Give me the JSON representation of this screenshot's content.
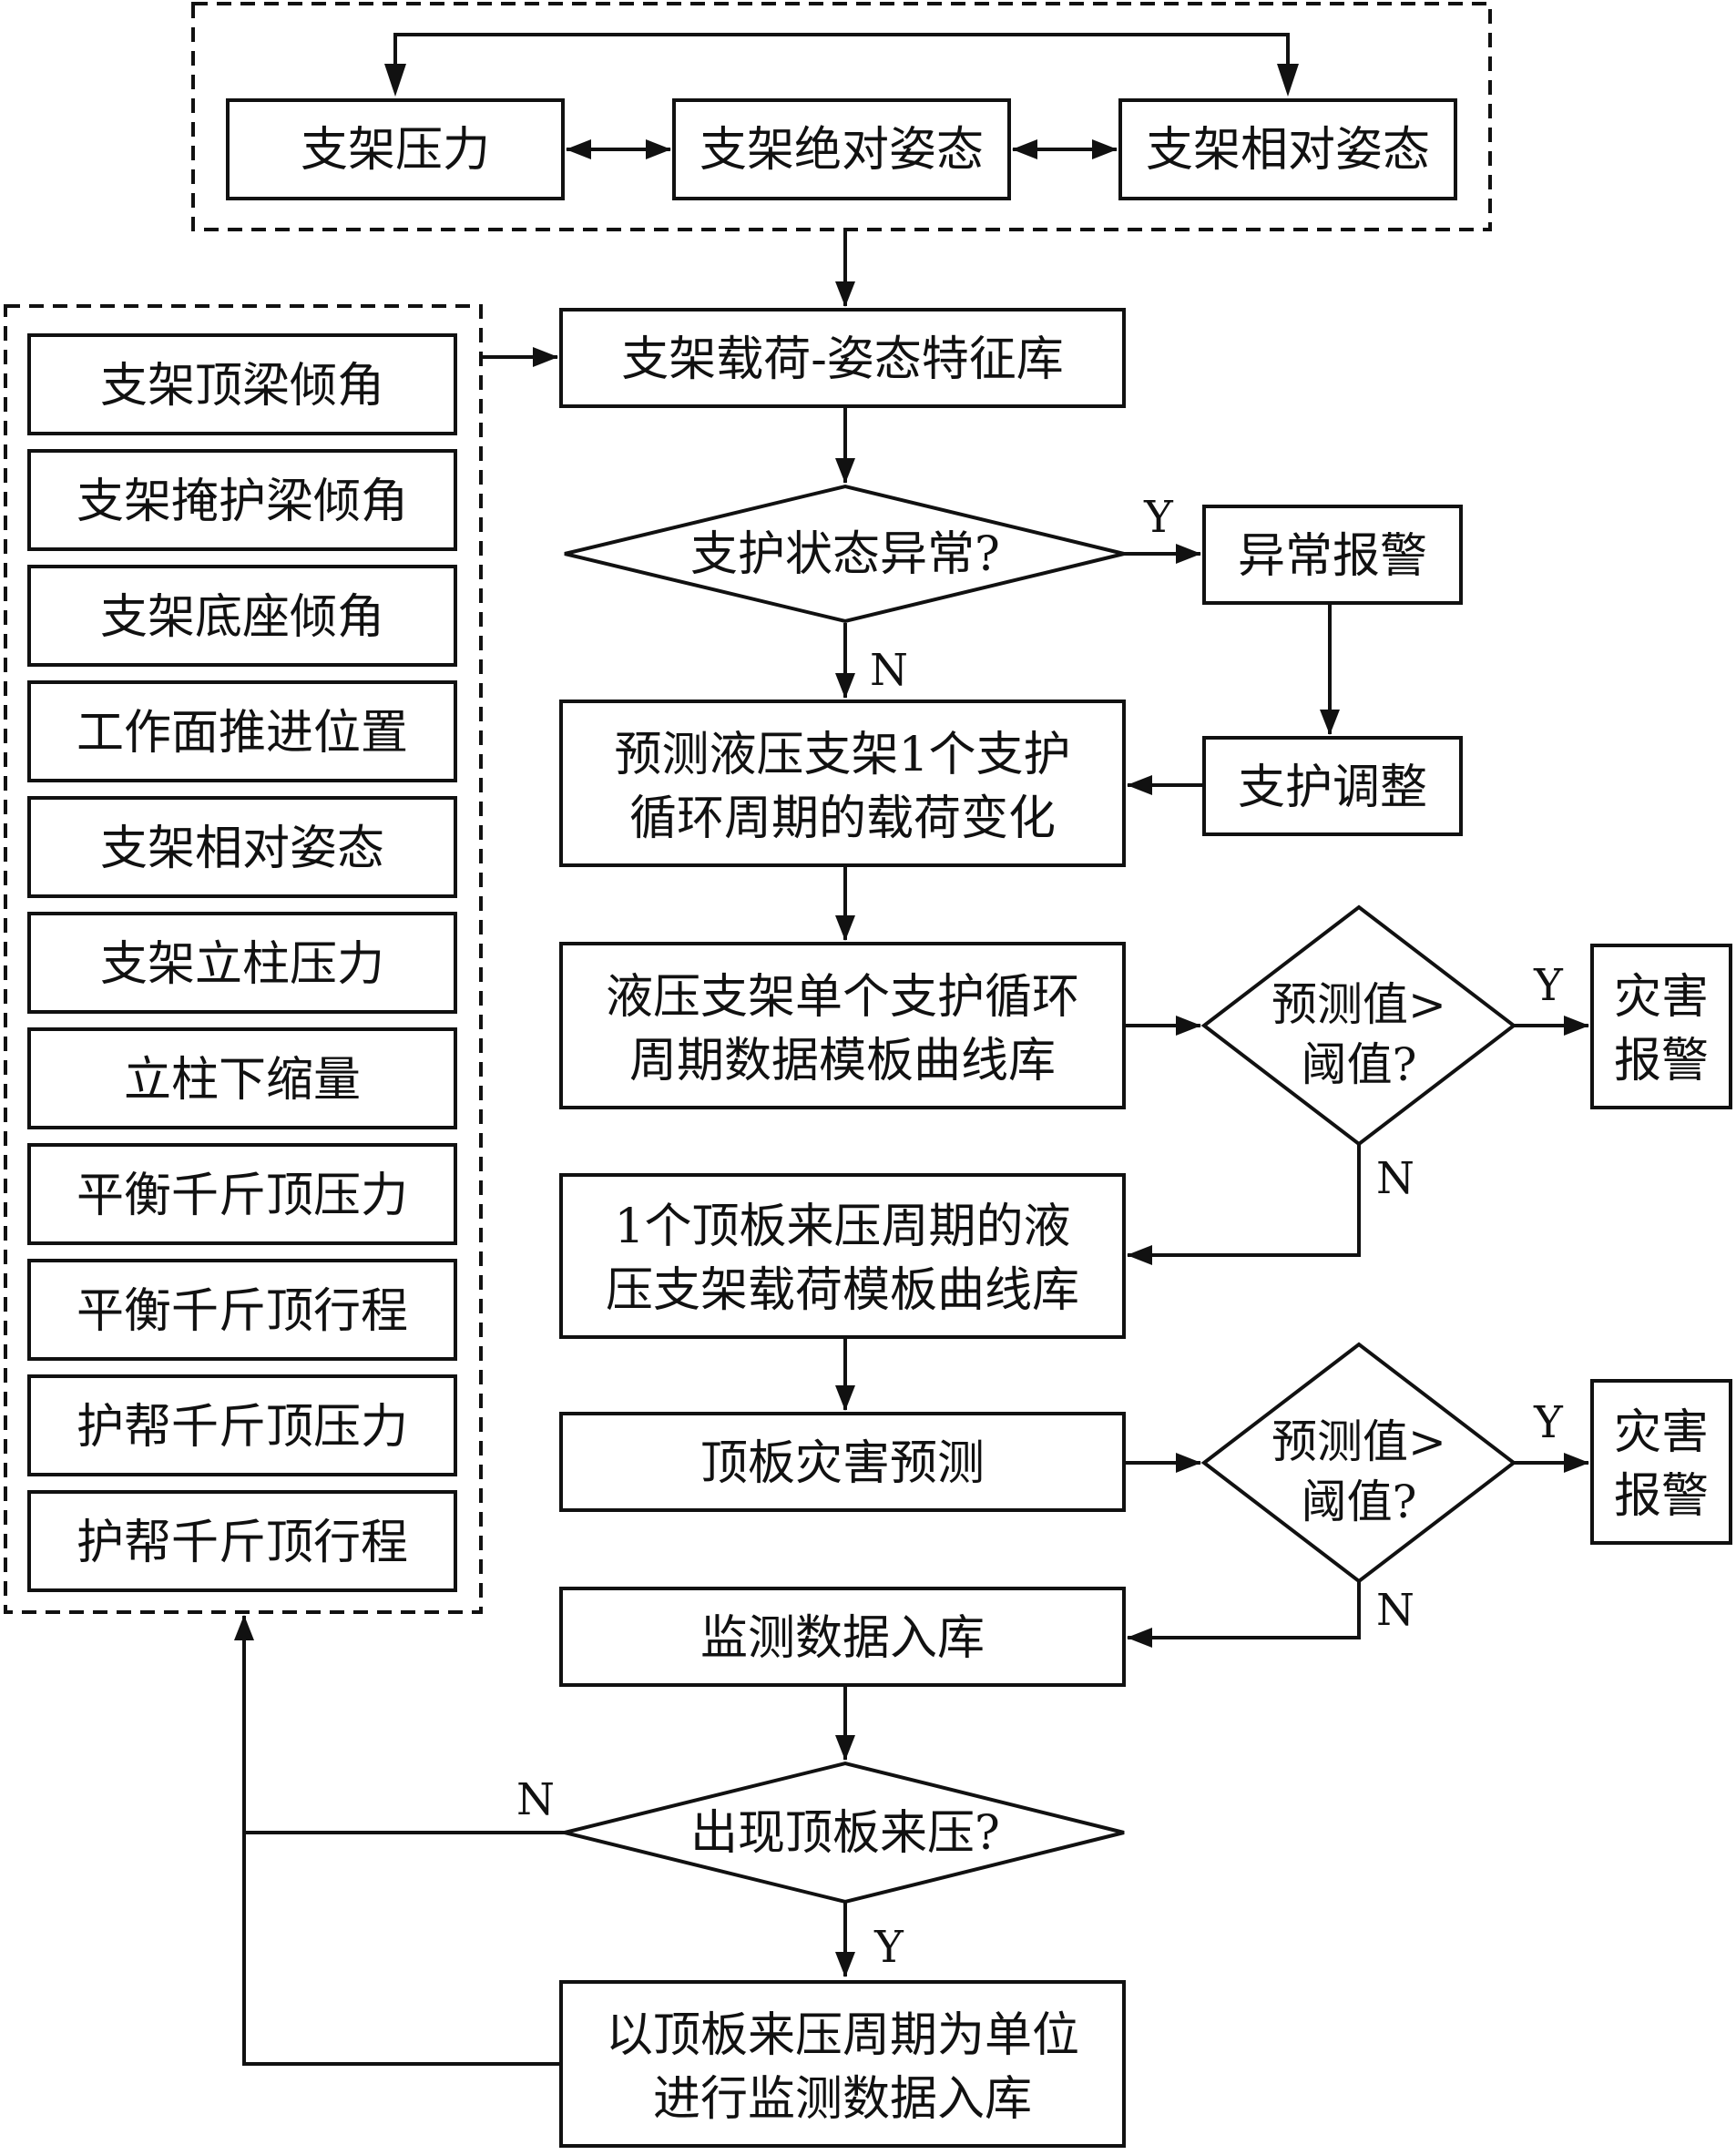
{
  "top_group": {
    "pressure": "支架压力",
    "absolute_attitude": "支架绝对姿态",
    "relative_attitude": "支架相对姿态"
  },
  "left_group": {
    "items": [
      "支架顶梁倾角",
      "支架掩护梁倾角",
      "支架底座倾角",
      "工作面推进位置",
      "支架相对姿态",
      "支架立柱压力",
      "立柱下缩量",
      "平衡千斤顶压力",
      "平衡千斤顶行程",
      "护帮千斤顶压力",
      "护帮千斤顶行程"
    ]
  },
  "flow": {
    "feature_library": "支架载荷-姿态特征库",
    "abnormal_decision": "支护状态异常?",
    "abnormal_alarm": "异常报警",
    "support_adjust": "支护调整",
    "predict_line1": "预测液压支架1个支护",
    "predict_line2": "循环周期的载荷变化",
    "template_line1": "液压支架单个支护循环",
    "template_line2": "周期数据模板曲线库",
    "threshold_line1": "预测值>",
    "threshold_line2": "阈值?",
    "disaster_line1": "灾害",
    "disaster_line2": "报警",
    "roof_template_line1": "1个顶板来压周期的液",
    "roof_template_line2": "压支架载荷模板曲线库",
    "roof_prediction": "顶板灾害预测",
    "monitor_store": "监测数据入库",
    "roof_pressure_decision": "出现顶板来压?",
    "period_store_line1": "以顶板来压周期为单位",
    "period_store_line2": "进行监测数据入库",
    "yes": "Y",
    "no": "N"
  }
}
